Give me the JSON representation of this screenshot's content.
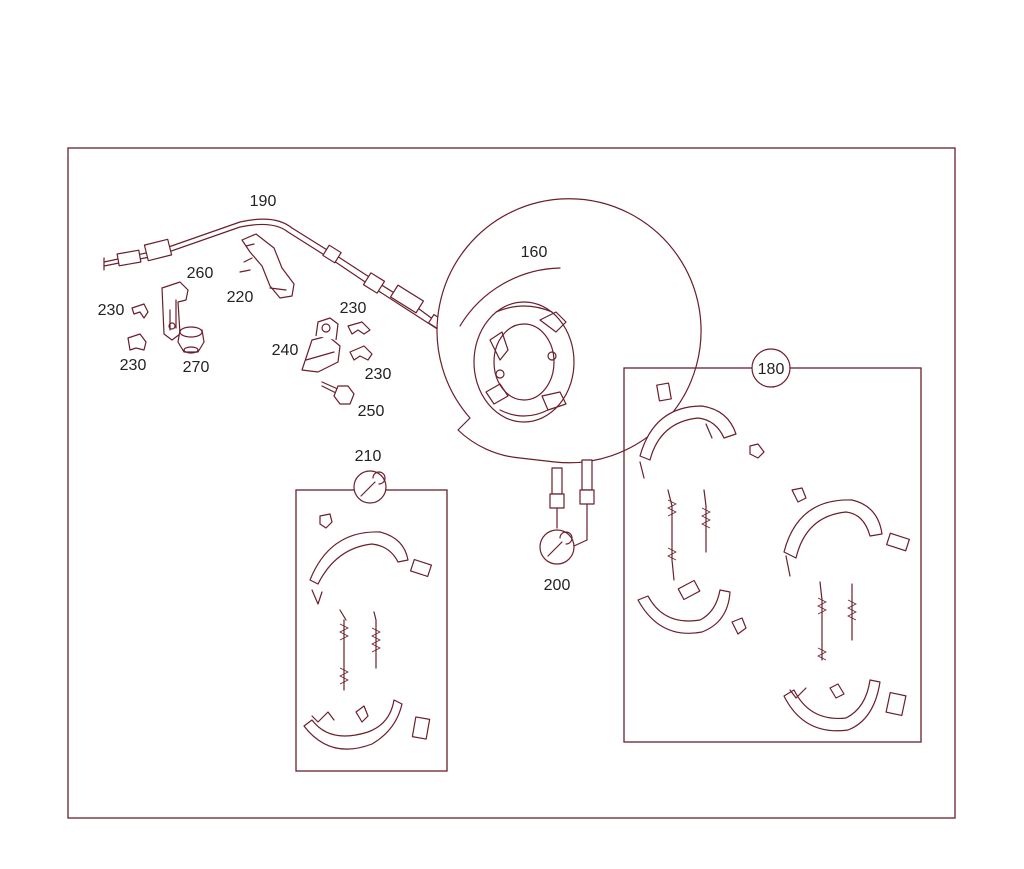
{
  "diagram": {
    "callouts": {
      "p190": "190",
      "p160": "160",
      "p260": "260",
      "p220": "220",
      "p230a": "230",
      "p230b": "230",
      "p230c": "230",
      "p230d": "230",
      "p270": "270",
      "p240": "240",
      "p250": "250",
      "p210": "210",
      "p200": "200",
      "p180": "180"
    },
    "icons": [
      "wrench-icon",
      "wrench-icon"
    ],
    "line_color": "#6a1f2c"
  }
}
